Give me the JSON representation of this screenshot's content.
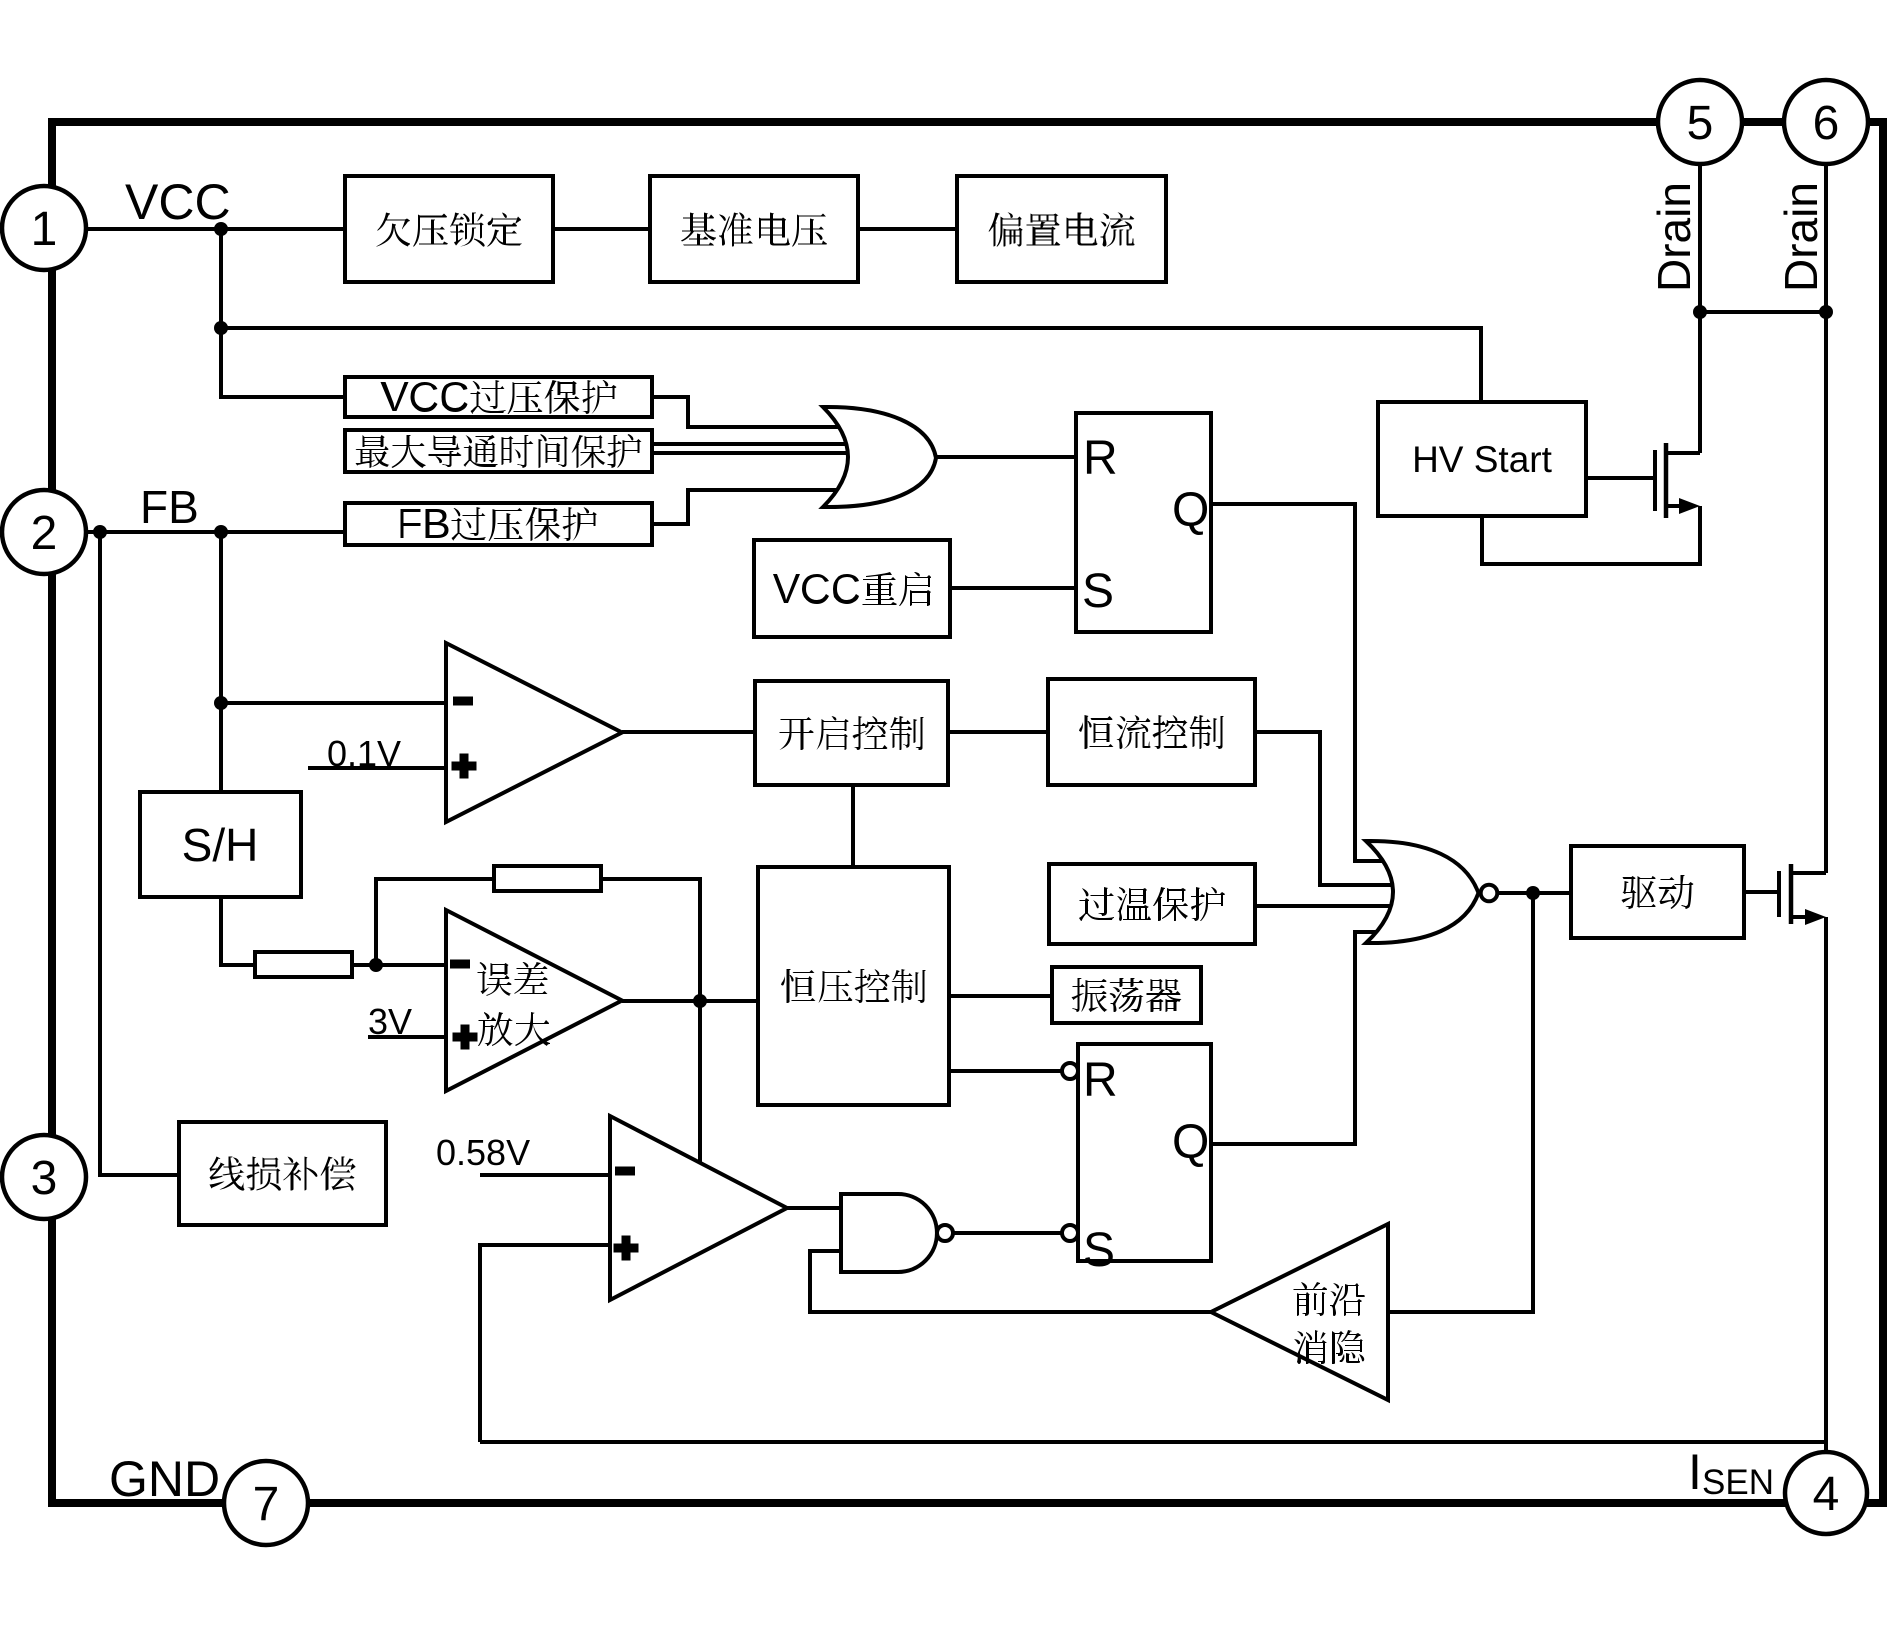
{
  "diagram_type": "IC functional block diagram",
  "colors": {
    "ink": "#000000",
    "background": "#ffffff"
  },
  "pins": {
    "p1": {
      "number": "1",
      "label": "VCC"
    },
    "p2": {
      "number": "2",
      "label": "FB"
    },
    "p3": {
      "number": "3",
      "label": ""
    },
    "p4": {
      "number": "4",
      "label": "I",
      "label_sub": "SEN"
    },
    "p5": {
      "number": "5",
      "label": "Drain"
    },
    "p6": {
      "number": "6",
      "label": "Drain"
    },
    "p7": {
      "number": "7",
      "label": "GND"
    }
  },
  "blocks": {
    "uvlo": "欠压锁定",
    "vref": "基准电压",
    "bias": "偏置电流",
    "vcc_ovp": "VCC过压保护",
    "max_on_time": "最大导通时间保护",
    "fb_ovp": "FB过压保护",
    "vcc_restart": "VCC重启",
    "hv_start": "HV Start",
    "on_control": "开启控制",
    "cc_control": "恒流控制",
    "sample_hold": "S/H",
    "cv_control": "恒压控制",
    "oscillator": "振荡器",
    "otp": "过温保护",
    "driver": "驱动",
    "line_comp": "线损补偿",
    "error_amp_line1": "误差",
    "error_amp_line2": "放大",
    "leb_line1": "前沿",
    "leb_line2": "消隐"
  },
  "references": {
    "comp1_plus": "0.1V",
    "error_amp_plus": "3V",
    "comp3_minus": "0.58V"
  },
  "latch1": {
    "r": "R",
    "s": "S",
    "q": "Q"
  },
  "latch2": {
    "r": "R",
    "s": "S",
    "q": "Q"
  },
  "signs": {
    "minus": "-",
    "plus": "+"
  }
}
